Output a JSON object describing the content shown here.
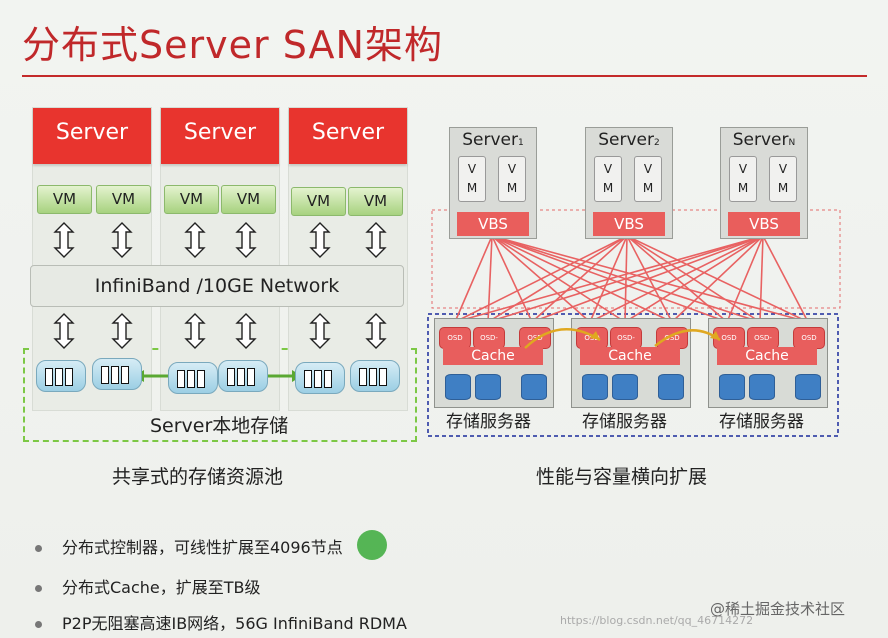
{
  "title": "分布式Server SAN架构",
  "left": {
    "server_label": "Server",
    "vm_label": "VM",
    "network_label": "InfiniBand /10GE Network",
    "local_storage_label": "Server本地存储",
    "caption": "共享式的存储资源池"
  },
  "right": {
    "servers": [
      {
        "label": "Server",
        "sub": "1"
      },
      {
        "label": "Server",
        "sub": "2"
      },
      {
        "label": "Server",
        "sub": "N"
      }
    ],
    "vm_label_v": "V",
    "vm_label_m": "M",
    "vbs_label": "VBS",
    "osd_label": "OSD",
    "osd_label_dash": "OSD-",
    "cache_label": "Cache",
    "storage_server_label": "存储服务器",
    "caption": "性能与容量横向扩展"
  },
  "bullets": [
    "分布式控制器，可线性扩展至4096节点",
    "分布式Cache，扩展至TB级",
    "P2P无阻塞高速IB网络，56G InfiniBand RDMA"
  ],
  "watermark": "@稀土掘金技术社区",
  "watermark_url": "https://blog.csdn.net/qq_46714272",
  "colors": {
    "title": "#c0282a",
    "server": "#e8342e",
    "vm": "#a7d27f",
    "vbs": "#e95e5c",
    "disk": "#3f7fc4",
    "dash_green": "#7cc845",
    "dash_blue": "#1a2b9c"
  }
}
